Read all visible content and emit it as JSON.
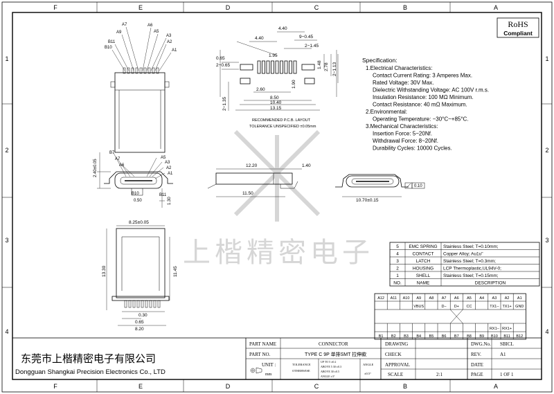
{
  "frame": {
    "columns": [
      "F",
      "E",
      "D",
      "C",
      "B",
      "A"
    ],
    "rows": [
      "1",
      "2",
      "3",
      "4"
    ]
  },
  "rohs": {
    "line1": "RoHS",
    "line2": "Compliant"
  },
  "watermark": "上楷精密电子",
  "top_view": {
    "pins_left": [
      "B10",
      "B11",
      "A9",
      "A7"
    ],
    "pins_right": [
      "A6",
      "A5",
      "A3",
      "A2",
      "A1"
    ]
  },
  "side_view": {
    "pins_left": [
      "B7",
      "A7",
      "A6"
    ],
    "pins_right": [
      "A5",
      "A3",
      "A2",
      "A1"
    ],
    "bottom_left": "B10",
    "bottom_right": "B11",
    "dim_height": "2.40±0.05",
    "dim_pitch": "0.50",
    "dim_side": "1.30"
  },
  "pcb_layout": {
    "dims": [
      "4.40",
      "4.40",
      "9−0.45",
      "2−1.45",
      "1.95",
      "2.78",
      "1.48",
      "2−1.13",
      "0.65",
      "2−0.65",
      "2.60",
      "1.90",
      "2−1.35",
      "8.50",
      "10.40",
      "13.15"
    ],
    "label1": "RECOMMENDED  P.C.B. LAYOUT",
    "label2": "TOLERANCE UNSPECIFIED ±0.05mm"
  },
  "specification": {
    "title": "Specification:",
    "lines": [
      "1.Electrical Characteristics:",
      "Contact Current Rating: 3 Amperes Max.",
      "Rated Voltage:  30V Max.",
      "Dielectric Withstanding Voltage: AC 100V r.m.s.",
      "Insulation Resistance: 100 MΩ Minimum.",
      "Contact Resistance: 40 mΩ Maximum.",
      "2.Environmental:",
      "Operating Temperature: −30°C~+85°C.",
      "3.Mechanical Characteristics:",
      "Insertion Force: 5~20Nf.",
      "Withdrawal Force: 8~20Nf.",
      "Durability Cycles: 10000 Cycles."
    ]
  },
  "profile_view": {
    "dim_top": "12.20",
    "dim_right": "1.40",
    "dim_bottom": "11.50"
  },
  "end_view": {
    "flatness": "0.10",
    "dim_width": "10.70±0.15"
  },
  "front_view": {
    "dim_width": "8.25±0.05",
    "dim_height": "13.30",
    "dim_inner": "11.45",
    "dim_a": "0.30",
    "dim_b": "0.65",
    "dim_c": "8.20"
  },
  "bom": {
    "rows": [
      {
        "no": "5",
        "name": "EMC SPRING",
        "desc": "Stainless Steel; T=0.10mm;"
      },
      {
        "no": "4",
        "name": "CONTACT",
        "desc": "Copper Alloy; Au1u\""
      },
      {
        "no": "3",
        "name": "LATCH",
        "desc": "Stainless Steel; T=0.3mm;"
      },
      {
        "no": "2",
        "name": "HOUSING",
        "desc": "LCP Thermoplastic,UL94V-0;"
      },
      {
        "no": "1",
        "name": "SHELL",
        "desc": "Stainless Steel; T=0.15mm;"
      }
    ],
    "header": {
      "no": "NO.",
      "name": "NAME",
      "desc": "DESCRIPTION"
    }
  },
  "pinout": {
    "top_labels": [
      "A12",
      "A11",
      "A10",
      "A9",
      "A8",
      "A7",
      "A6",
      "A5",
      "A4",
      "A3",
      "A2",
      "A1"
    ],
    "top_signals": [
      "",
      "",
      "",
      "VBUS",
      "",
      "D−",
      "D+",
      "CC",
      "",
      "TX1−",
      "TX1+",
      "GND"
    ],
    "bottom_signals": [
      "",
      "",
      "",
      "",
      "",
      "",
      "",
      "",
      "",
      "RX1−",
      "RX1+",
      ""
    ],
    "bottom_labels": [
      "B1",
      "B2",
      "B3",
      "B4",
      "B5",
      "B6",
      "B7",
      "B8",
      "B9",
      "B10",
      "B11",
      "B12"
    ]
  },
  "title_block": {
    "company_cn": "东莞市上楷精密电子有限公司",
    "company_en": "Dongguan Shangkai Precision Electronics Co., LTD",
    "part_name_label": "PART NAME",
    "part_name": "CONNECTOR",
    "part_no_label": "PART NO.",
    "part_no": "TYPE C 9P 单排SMT 拉伸款",
    "unit_label": "UNIT :",
    "unit": "mm",
    "tolerance_label": "TOLERANCE",
    "otherwise_label": "OTHERWISE",
    "tol_rows": [
      "UP TO 5   ±0.2",
      "ABOVE 5  30  ±0.3",
      "ABOVE 30  ±0.5",
      "ANGLE  ±3°"
    ],
    "angle_label": "ANGLE",
    "angle_value": "±0.5°",
    "drawing_label": "DRAWING",
    "check_label": "CHECK",
    "approval_label": "APPROVAL",
    "scale_label": "SCALE",
    "scale": "2:1",
    "dwg_no_label": "DWG.No.",
    "dwg_no": "SBICL",
    "rev_label": "REV.",
    "rev": "A1",
    "date_label": "DATE",
    "page_label": "PAGE",
    "page": "1 OF 1"
  }
}
